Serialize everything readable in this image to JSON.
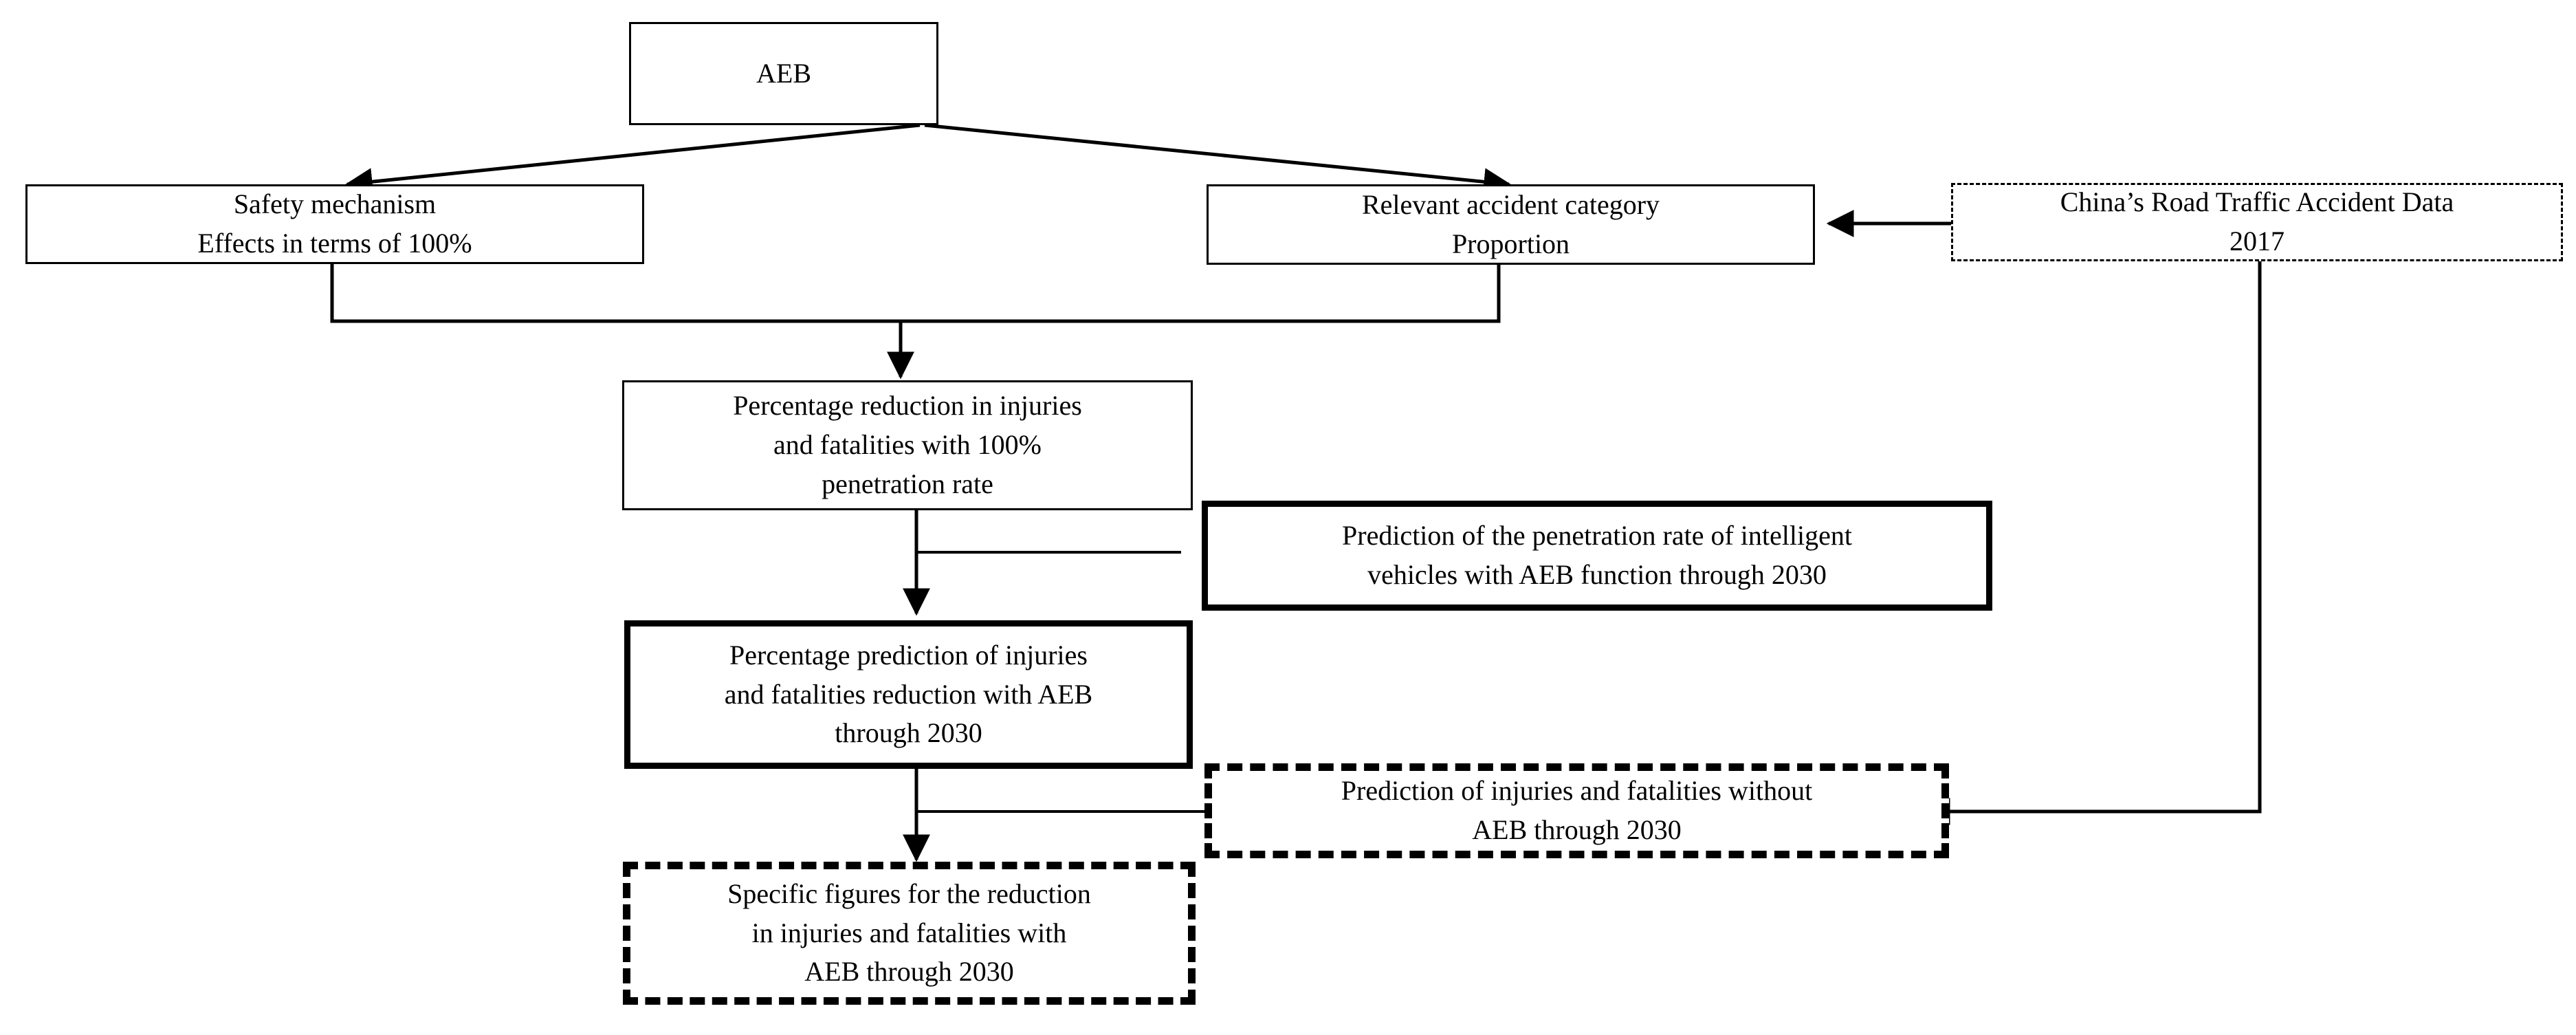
{
  "diagram": {
    "title": "AEB benefit estimation flowchart",
    "nodes": [
      {
        "id": "aeb",
        "name": "aeb-node",
        "style": "solid-thin",
        "lines": [
          "AEB"
        ]
      },
      {
        "id": "safety_mechanism",
        "name": "safety-mechanism-node",
        "style": "solid-thin",
        "lines": [
          "Safety mechanism",
          "Effects in terms of 100%"
        ]
      },
      {
        "id": "relevant_accident",
        "name": "relevant-accident-category-node",
        "style": "solid-thin",
        "lines": [
          "Relevant accident category",
          "Proportion"
        ]
      },
      {
        "id": "china_data",
        "name": "china-road-traffic-accident-data-node",
        "style": "dash-dot",
        "lines": [
          "China’s Road Traffic Accident Data",
          "2017"
        ]
      },
      {
        "id": "pct_reduction",
        "name": "percentage-reduction-node",
        "style": "solid-thin",
        "lines": [
          "Percentage reduction in injuries",
          "and fatalities with 100%",
          "penetration rate"
        ]
      },
      {
        "id": "penetration_prediction",
        "name": "penetration-rate-prediction-node",
        "style": "solid-thick",
        "lines": [
          "Prediction of the penetration rate of intelligent",
          "vehicles with AEB function through 2030"
        ]
      },
      {
        "id": "pct_prediction",
        "name": "percentage-prediction-node",
        "style": "solid-thick",
        "lines": [
          "Percentage prediction of injuries",
          "and fatalities reduction with AEB",
          "through 2030"
        ]
      },
      {
        "id": "without_aeb",
        "name": "prediction-without-aeb-node",
        "style": "dashed-thick",
        "lines": [
          "Prediction of injuries and fatalities without",
          "AEB through 2030"
        ]
      },
      {
        "id": "specific_figures",
        "name": "specific-figures-node",
        "style": "dashed-thick",
        "lines": [
          "Specific figures for the reduction",
          "in injuries and fatalities with",
          "AEB through 2030"
        ]
      }
    ],
    "edges": [
      {
        "id": "aeb-to-safety",
        "name": "edge-aeb-to-safety-mechanism",
        "from": "aeb",
        "to": "safety_mechanism",
        "arrow": true
      },
      {
        "id": "aeb-to-relevant",
        "name": "edge-aeb-to-relevant-accident",
        "from": "aeb",
        "to": "relevant_accident",
        "arrow": true
      },
      {
        "id": "china-to-relevant",
        "name": "edge-china-data-to-relevant-accident",
        "from": "china_data",
        "to": "relevant_accident",
        "arrow": true
      },
      {
        "id": "safety-to-pct",
        "name": "edge-safety-mechanism-to-percentage-reduction",
        "from": "safety_mechanism",
        "to": "pct_reduction",
        "arrow": true
      },
      {
        "id": "relevant-to-pct",
        "name": "edge-relevant-accident-to-percentage-reduction",
        "from": "relevant_accident",
        "to": "pct_reduction",
        "arrow": false
      },
      {
        "id": "pct-to-pctpred",
        "name": "edge-percentage-reduction-to-percentage-prediction",
        "from": "pct_reduction",
        "to": "pct_prediction",
        "arrow": true
      },
      {
        "id": "penpred-to-pctpred",
        "name": "edge-penetration-prediction-to-percentage-prediction",
        "from": "penetration_prediction",
        "to": "pct_prediction",
        "arrow": false
      },
      {
        "id": "pctpred-to-specific",
        "name": "edge-percentage-prediction-to-specific-figures",
        "from": "pct_prediction",
        "to": "specific_figures",
        "arrow": true
      },
      {
        "id": "withoutaeb-to-specific",
        "name": "edge-without-aeb-to-specific-figures",
        "from": "without_aeb",
        "to": "specific_figures",
        "arrow": false
      },
      {
        "id": "china-to-withoutaeb",
        "name": "edge-china-data-to-prediction-without-aeb",
        "from": "china_data",
        "to": "without_aeb",
        "arrow": true
      }
    ],
    "colors": {
      "stroke": "#000000",
      "background": "#ffffff"
    }
  }
}
